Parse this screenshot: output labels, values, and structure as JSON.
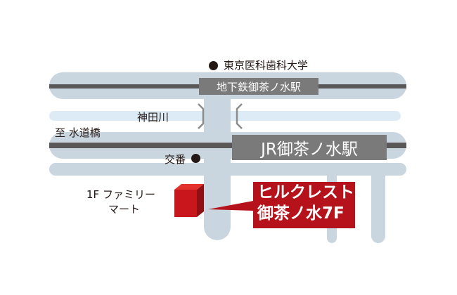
{
  "colors": {
    "road": "#c9d6df",
    "river": "#dcebf5",
    "rail": "#595757",
    "banner": "#7a7a7a",
    "building": "#c8161d",
    "callout": "#b5121b",
    "text": "#231815"
  },
  "landmarks": {
    "university": "東京医科歯科大学",
    "koban": "交番",
    "river": "神田川",
    "family_mart_line1": "1F ファミリー",
    "family_mart_line2": "マート"
  },
  "stations": {
    "subway": "地下鉄御茶ノ水駅",
    "jr": "JR御茶ノ水駅"
  },
  "directions": {
    "west": "至 水道橋"
  },
  "destination": {
    "line1": "ヒルクレスト",
    "line2": "御茶ノ水7F"
  },
  "icons": {
    "landmark_marker": "filled-circle",
    "building": "red-cube"
  }
}
